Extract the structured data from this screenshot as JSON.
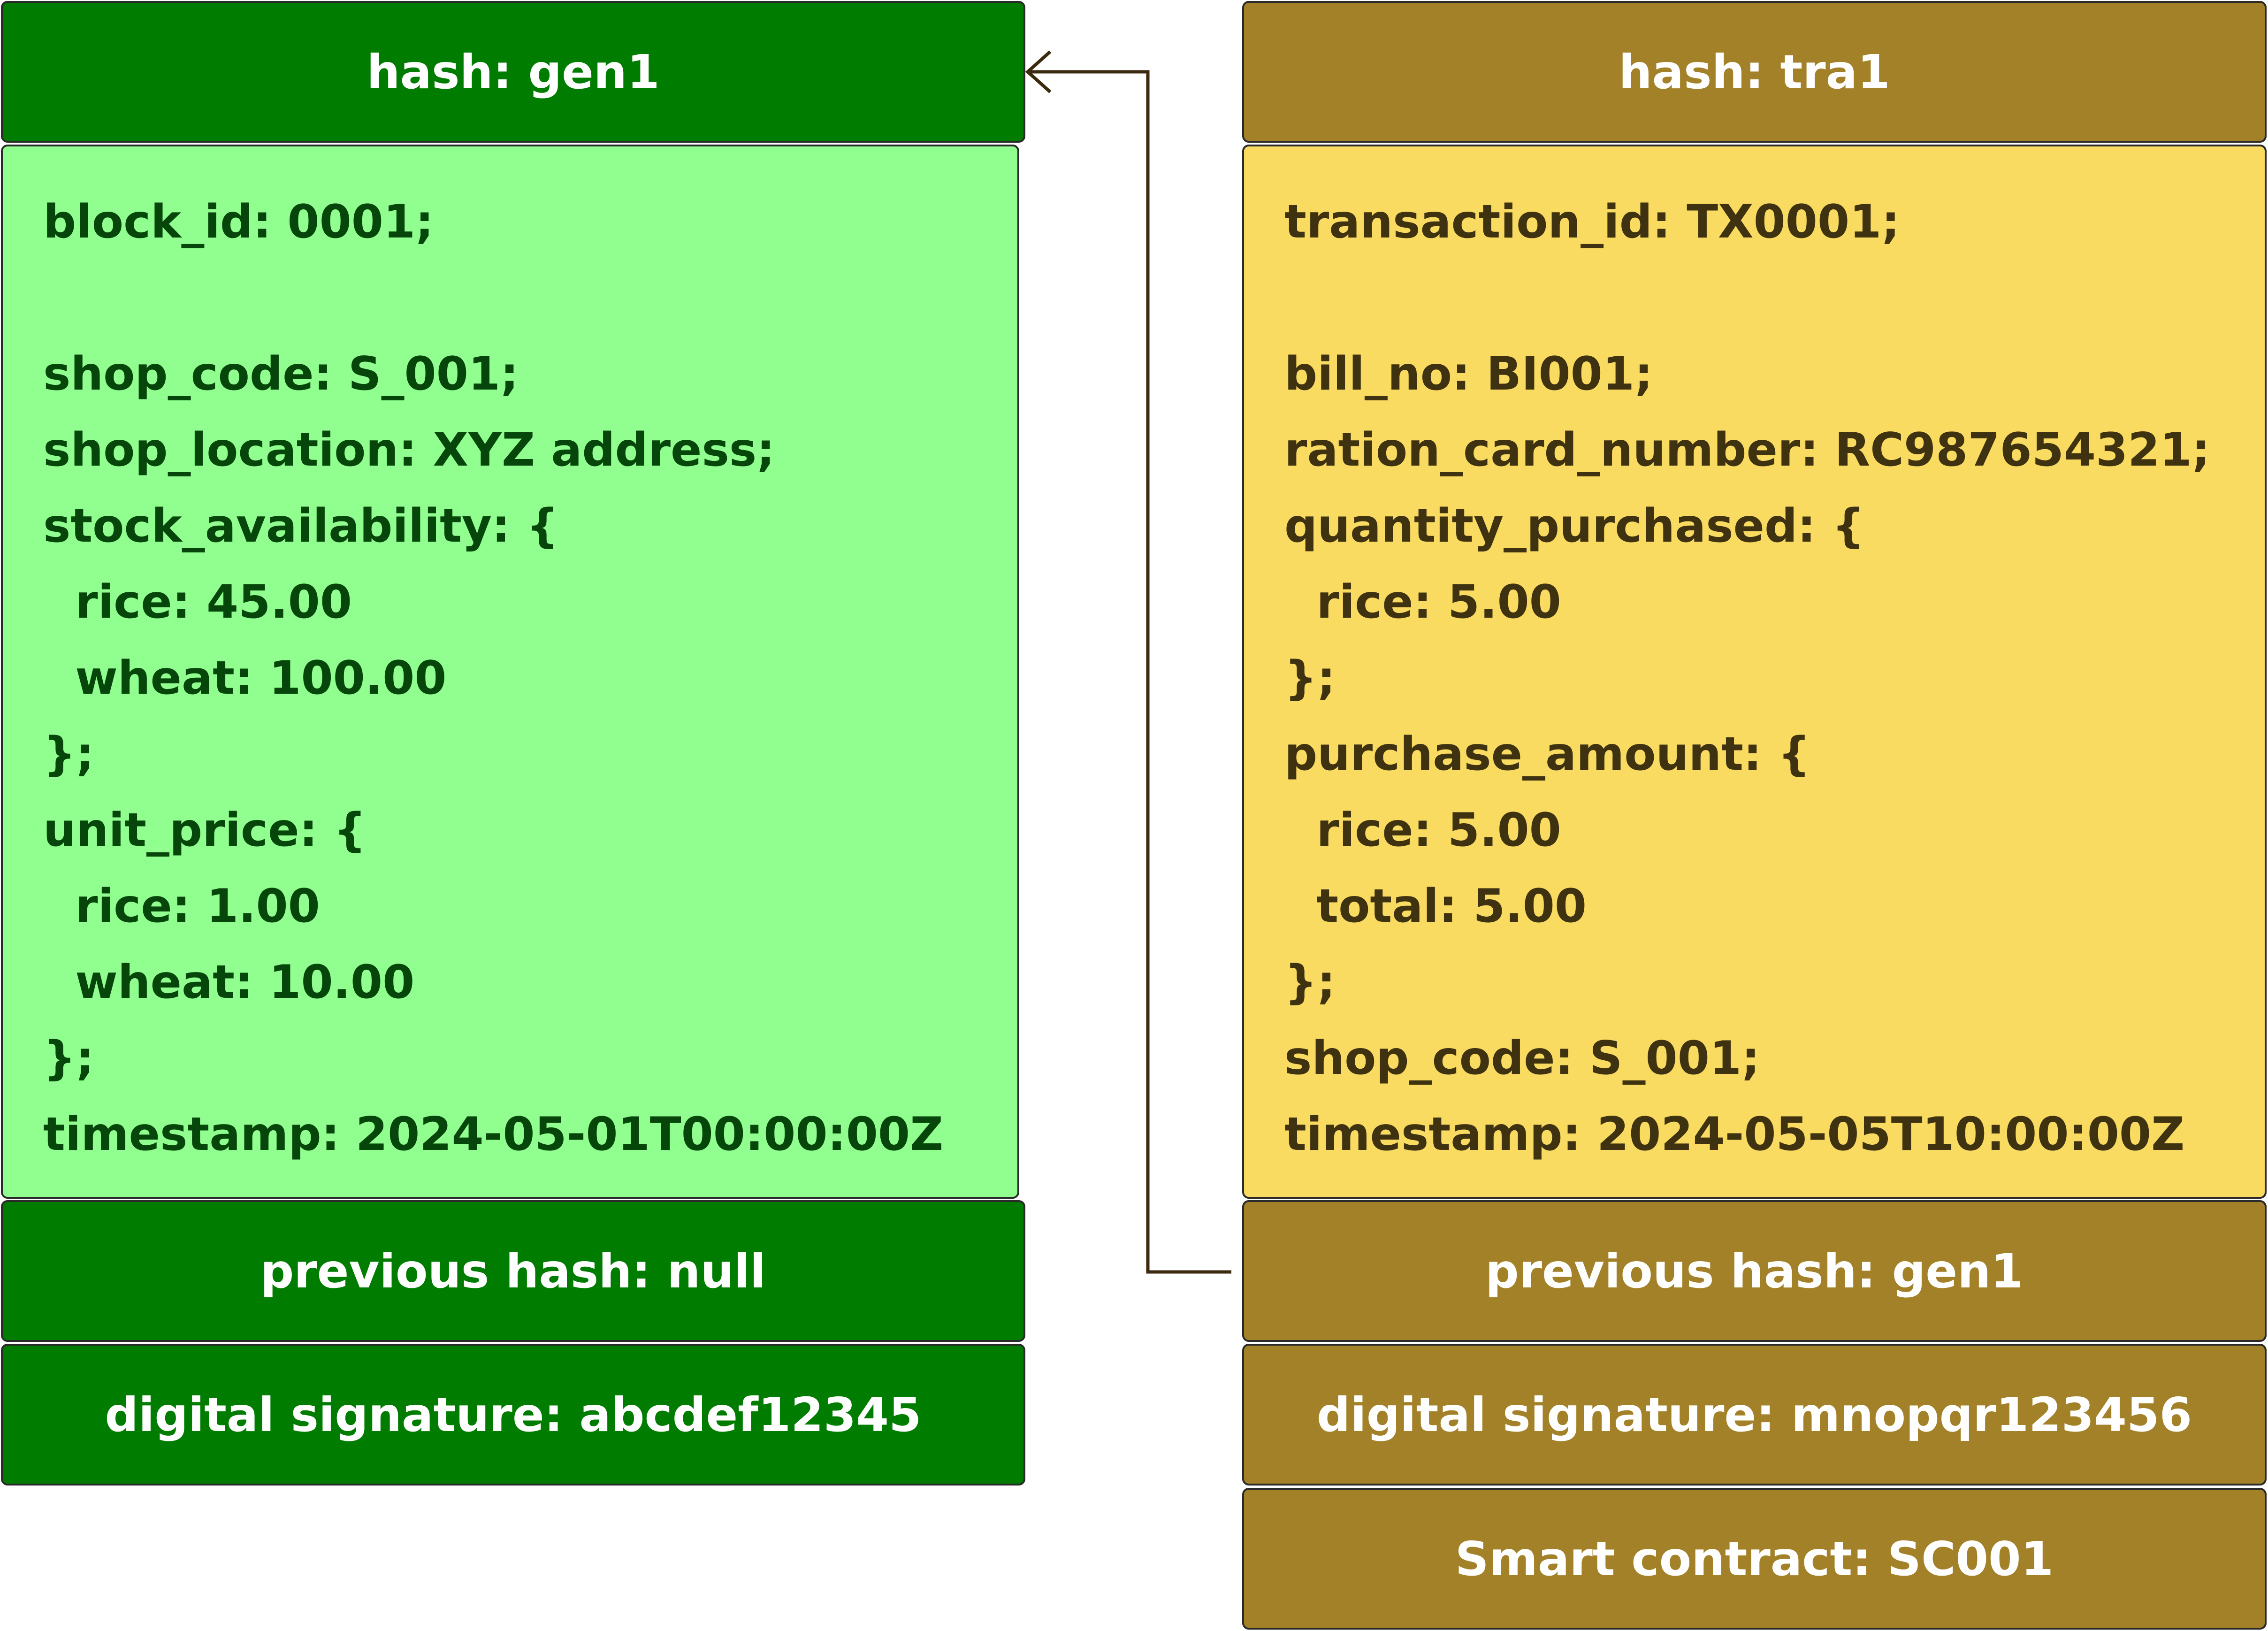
{
  "blocks": {
    "genesis": {
      "hash": "hash: gen1",
      "lines": [
        "block_id: 0001;",
        "",
        "shop_code: S_001;",
        "shop_location: XYZ address;",
        "stock_availability: {",
        "  rice: 45.00",
        "  wheat: 100.00",
        "};",
        "unit_price: {",
        "  rice: 1.00",
        "  wheat: 10.00",
        "};",
        "timestamp: 2024-05-01T00:00:00Z"
      ],
      "previous_hash": "previous hash: null",
      "digital_signature": "digital signature: abcdef12345"
    },
    "transaction": {
      "hash": "hash: tra1",
      "lines": [
        "transaction_id: TX0001;",
        "",
        "bill_no: BI001;",
        "ration_card_number: RC987654321;",
        "quantity_purchased: {",
        "  rice: 5.00",
        "};",
        "purchase_amount: {",
        "  rice: 5.00",
        "  total: 5.00",
        "};",
        "shop_code: S_001;",
        "timestamp: 2024-05-05T10:00:00Z"
      ],
      "previous_hash": "previous hash: gen1",
      "digital_signature": "digital signature: mnopqr123456",
      "smart_contract": "Smart contract: SC001"
    }
  },
  "colors": {
    "genesis_dark": "#007c00",
    "genesis_light": "#90ff90",
    "transaction_dark": "#a38128",
    "transaction_light": "#fadb62",
    "connector": "#3b2a10"
  }
}
